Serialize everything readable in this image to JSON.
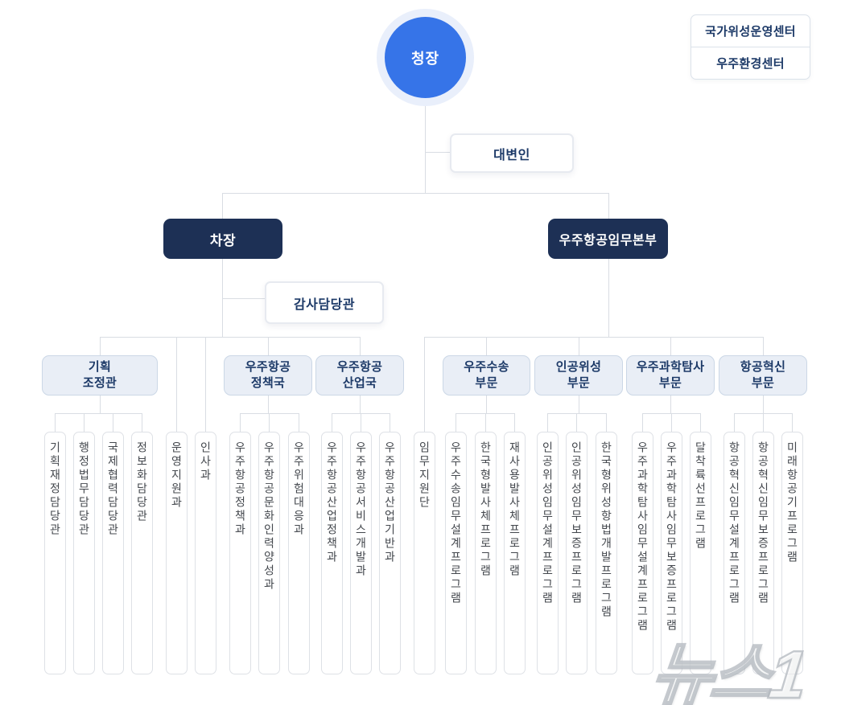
{
  "colors": {
    "leader_blue": "#3674e8",
    "leader_halo": "#e9effb",
    "navy": "#1d3055",
    "division_bg": "#e9eef6",
    "division_border": "#cbd7e6",
    "box_text_navy": "#1d3a68",
    "office_text": "#44484e",
    "connector_line": "#d9dde3",
    "background": "#ffffff"
  },
  "chart": {
    "administrator": {
      "label": "청장"
    },
    "spokesperson": {
      "label": "대변인"
    },
    "affiliated_centers": [
      {
        "label": "국가위성운영센터"
      },
      {
        "label": "우주환경센터"
      }
    ],
    "deputy_administrator": {
      "label": "차장"
    },
    "mission_headquarters": {
      "label": "우주항공임무본부"
    },
    "audit_officer": {
      "label": "감사담당관"
    },
    "divisions": [
      {
        "label": "기획\n조정관"
      },
      {
        "label": "우주항공\n정책국"
      },
      {
        "label": "우주항공\n산업국"
      },
      {
        "label": "우주수송\n부문"
      },
      {
        "label": "인공위성\n부문"
      },
      {
        "label": "우주과학탐사\n부문"
      },
      {
        "label": "항공혁신\n부문"
      }
    ],
    "offices": [
      {
        "label": "기획재정담당관"
      },
      {
        "label": "행정법무담당관"
      },
      {
        "label": "국제협력담당관"
      },
      {
        "label": "정보화담당관"
      },
      {
        "label": "운영지원과"
      },
      {
        "label": "인사과"
      },
      {
        "label": "우주항공정책과"
      },
      {
        "label": "우주항공문화인력양성과"
      },
      {
        "label": "우주위험대응과"
      },
      {
        "label": "우주항공산업정책과"
      },
      {
        "label": "우주항공서비스개발과"
      },
      {
        "label": "우주항공산업기반과"
      },
      {
        "label": "임무지원단"
      },
      {
        "label": "우주수송임무설계프로그램"
      },
      {
        "label": "한국형발사체프로그램"
      },
      {
        "label": "재사용발사체프로그램"
      },
      {
        "label": "인공위성임무설계프로그램"
      },
      {
        "label": "인공위성임무보증프로그램"
      },
      {
        "label": "한국형위성항법개발프로그램"
      },
      {
        "label": "우주과학탐사임무설계프로그램"
      },
      {
        "label": "우주과학탐사임무보증프로그램"
      },
      {
        "label": "달착륙선프로그램"
      },
      {
        "label": "항공혁신임무설계프로그램"
      },
      {
        "label": "항공혁신임무보증프로그램"
      },
      {
        "label": "미래항공기프로그램"
      }
    ]
  },
  "watermark": {
    "text": "뉴스1"
  }
}
